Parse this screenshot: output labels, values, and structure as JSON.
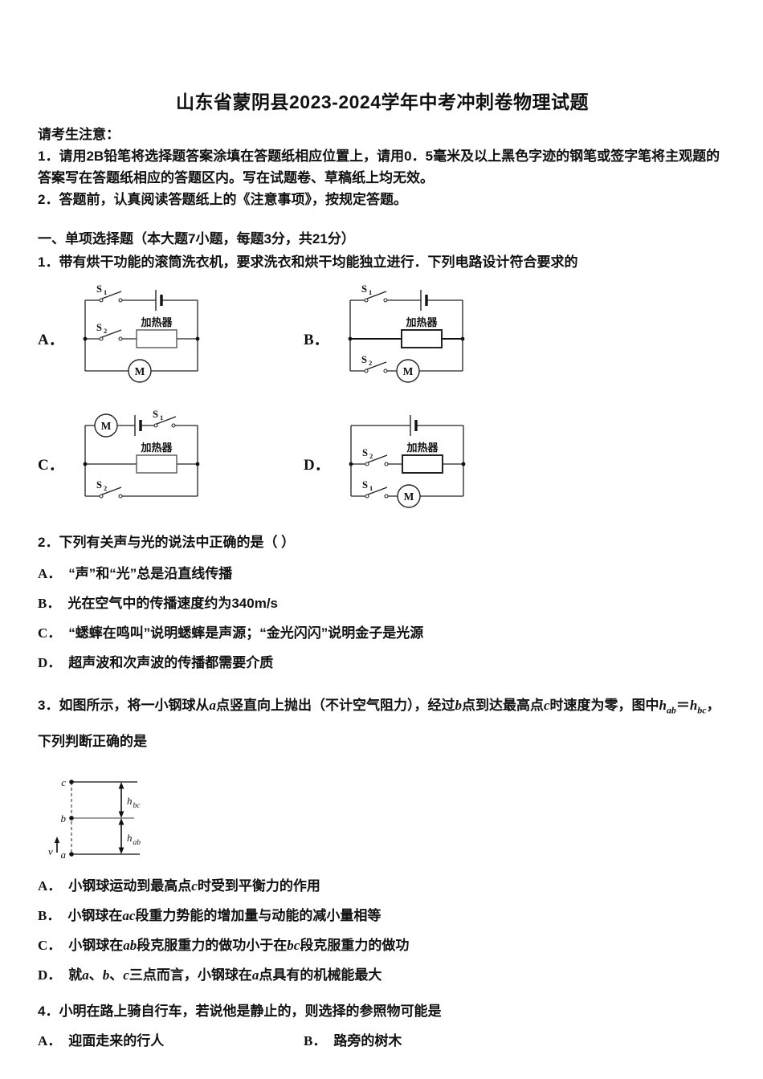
{
  "title": "山东省蒙阴县2023-2024学年中考冲刺卷物理试题",
  "notice": {
    "heading": "请考生注意：",
    "line1": "1．请用2B铅笔将选择题答案涂填在答题纸相应位置上，请用0．5毫米及以上黑色字迹的钢笔或签字笔将主观题的答案写在答题纸相应的答题区内。写在试题卷、草稿纸上均无效。",
    "line2": "2．答题前，认真阅读答题纸上的《注意事项》，按规定答题。"
  },
  "section1": {
    "heading": "一、单项选择题（本大题7小题，每题3分，共21分）"
  },
  "q1": {
    "stem": "1．带有烘干功能的滚筒洗衣机，要求洗衣和烘干均能独立进行．下列电路设计符合要求的",
    "labels": {
      "optionA": "A．",
      "optionB": "B．",
      "optionC": "C．",
      "optionD": "D．",
      "switch_s": "S",
      "sub1": "1",
      "sub2": "2",
      "heater": "加热器",
      "motor": "M"
    }
  },
  "q2": {
    "stem": "2．下列有关声与光的说法中正确的是（ ）",
    "options": [
      {
        "label": "A．",
        "text": "“声”和“光”总是沿直线传播"
      },
      {
        "label": "B．",
        "text": "光在空气中的传播速度约为340m/s"
      },
      {
        "label": "C．",
        "text": "“蟋蟀在鸣叫”说明蟋蟀是声源；“金光闪闪”说明金子是光源"
      },
      {
        "label": "D．",
        "text": "超声波和次声波的传播都需要介质"
      }
    ]
  },
  "q3": {
    "stem": "3．如图所示，将一小钢球从*a*点竖直向上抛出（不计空气阻力），经过*b*点到达最高点*c*时速度为零，图中*h*_{*ab*}＝*h*_{*bc*}，下列判断正确的是",
    "figure": {
      "point_c": "c",
      "point_b": "b",
      "point_a": "a",
      "v": "v",
      "h": "h",
      "sub_bc": "bc",
      "sub_ab": "ab"
    },
    "options": [
      {
        "label": "A．",
        "text": "小钢球运动到最高点*c*时受到平衡力的作用"
      },
      {
        "label": "B．",
        "text": "小钢球在*ac*段重力势能的增加量与动能的减小量相等"
      },
      {
        "label": "C．",
        "text": "小钢球在*ab*段克服重力的做功小于在*bc*段克服重力的做功"
      },
      {
        "label": "D．",
        "text": "就*a*、*b*、*c*三点而言，小钢球在*a*点具有的机械能最大"
      }
    ]
  },
  "q4": {
    "stem": "4．小明在路上骑自行车，若说他是静止的，则选择的参照物可能是",
    "options": [
      {
        "label": "A．",
        "text": "迎面走来的行人"
      },
      {
        "label": "B．",
        "text": "路旁的树木"
      }
    ]
  }
}
